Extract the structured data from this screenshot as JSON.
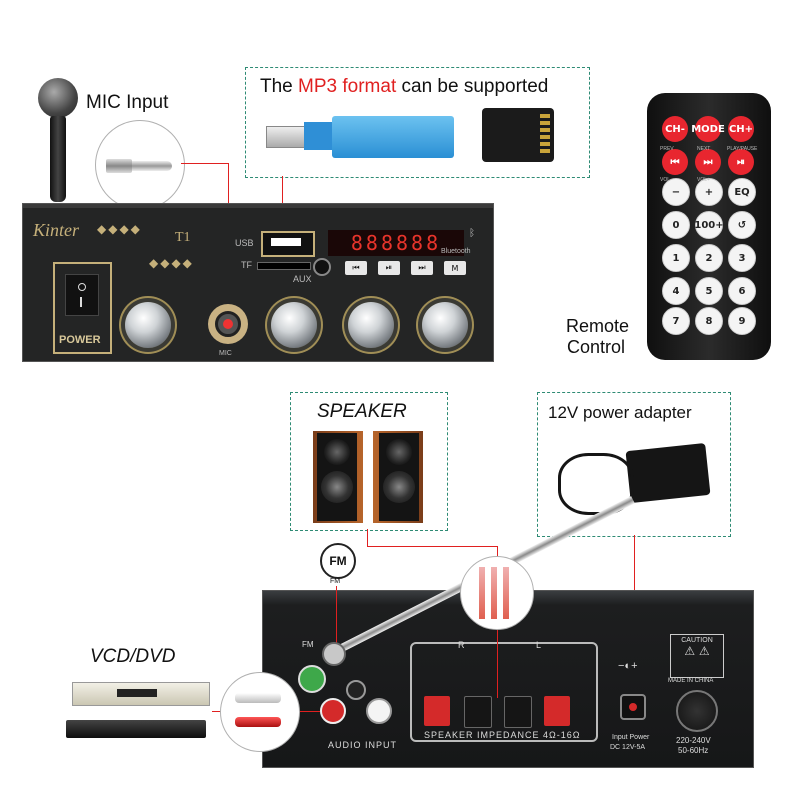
{
  "mic": {
    "label": "MIC Input"
  },
  "mp3": {
    "prefix": "The ",
    "highlight": "MP3 format",
    "suffix": " can be supported"
  },
  "panel": {
    "brand": "Kinter",
    "model": "T1",
    "usb": "USB",
    "tf": "TF",
    "aux": "AUX",
    "bluetooth": "Bluetooth",
    "power": "POWER",
    "mic": "MIC",
    "display": "888888",
    "btn_prev": "⏮",
    "btn_play": "⏯",
    "btn_next": "⏭",
    "btn_mode": "M"
  },
  "remote": {
    "label_line1": "Remote",
    "label_line2": "Control",
    "keys": [
      "CH-",
      "MODE",
      "CH+",
      "⏮",
      "⏭",
      "⏯",
      "−",
      "+",
      "EQ",
      "0",
      "100+",
      "↺",
      "1",
      "2",
      "3",
      "4",
      "5",
      "6",
      "7",
      "8",
      "9"
    ],
    "sublabels": [
      "PREV",
      "NEXT",
      "PLAY/PAUSE",
      "VOL-",
      "VOL+"
    ]
  },
  "speaker": {
    "label": "SPEAKER"
  },
  "power_adapter": {
    "label": "12V power adapter"
  },
  "rear": {
    "fm_badge": "FM",
    "fm_sub": "FM",
    "fm_port": "FM",
    "r": "R",
    "l": "L",
    "plus": "+",
    "minus": "−",
    "impedance": "SPEAKER IMPEDANCE 4Ω-16Ω",
    "audio_input": "AUDIO INPUT",
    "input_power_1": "Input Power",
    "input_power_2": "DC 12V-5A",
    "caution": "CAUTION",
    "made": "MADE IN CHINA",
    "voltage_1": "220-240V",
    "voltage_2": "50-60Hz"
  },
  "vcd": {
    "label": "VCD/DVD"
  }
}
